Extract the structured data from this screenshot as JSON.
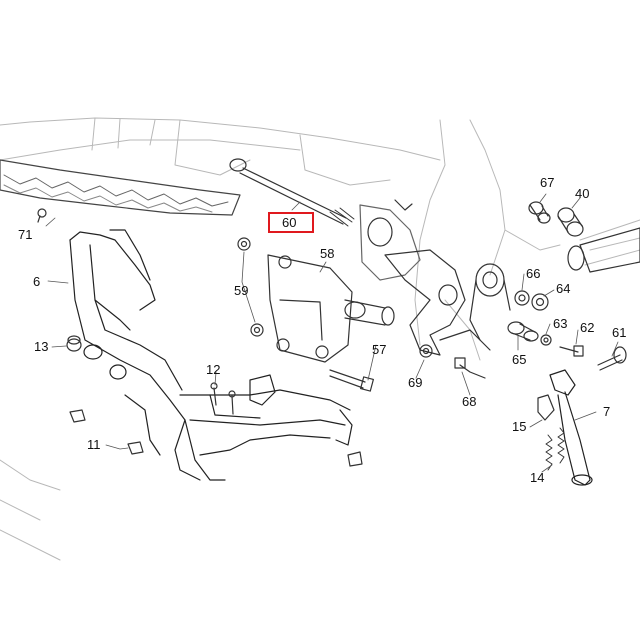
{
  "diagram": {
    "highlight_color": "#e0191e",
    "highlighted_callout": "60",
    "callouts": [
      {
        "id": "c60",
        "text": "60"
      },
      {
        "id": "c67",
        "text": "67"
      },
      {
        "id": "c40",
        "text": "40"
      },
      {
        "id": "c71",
        "text": "71"
      },
      {
        "id": "c58",
        "text": "58"
      },
      {
        "id": "c6",
        "text": "6"
      },
      {
        "id": "c66",
        "text": "66"
      },
      {
        "id": "c64",
        "text": "64"
      },
      {
        "id": "c59",
        "text": "59"
      },
      {
        "id": "c63",
        "text": "63"
      },
      {
        "id": "c62",
        "text": "62"
      },
      {
        "id": "c61",
        "text": "61"
      },
      {
        "id": "c13",
        "text": "13"
      },
      {
        "id": "c57",
        "text": "57"
      },
      {
        "id": "c65",
        "text": "65"
      },
      {
        "id": "c12",
        "text": "12"
      },
      {
        "id": "c69",
        "text": "69"
      },
      {
        "id": "c68",
        "text": "68"
      },
      {
        "id": "c7",
        "text": "7"
      },
      {
        "id": "c15",
        "text": "15"
      },
      {
        "id": "c11",
        "text": "11"
      },
      {
        "id": "c14",
        "text": "14"
      }
    ]
  }
}
